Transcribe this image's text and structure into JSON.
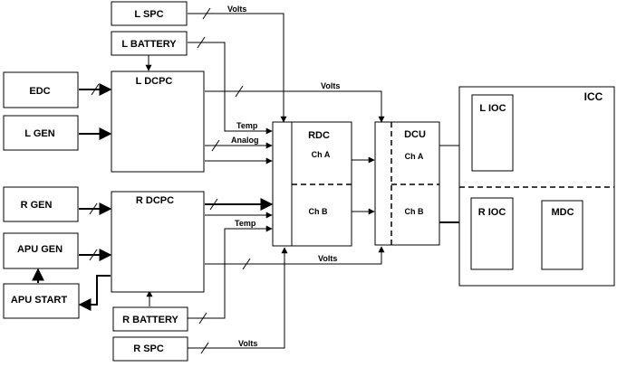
{
  "blocks": {
    "l_spc": "L SPC",
    "l_battery": "L BATTERY",
    "edc": "EDC",
    "l_gen": "L GEN",
    "l_dcpc": "L DCPC",
    "r_gen": "R GEN",
    "apu_gen": "APU GEN",
    "apu_start": "APU START",
    "r_dcpc": "R DCPC",
    "r_battery": "R BATTERY",
    "r_spc": "R SPC",
    "rdc": "RDC",
    "rdc_ch_a": "Ch A",
    "rdc_ch_b": "Ch B",
    "dcu": "DCU",
    "dcu_ch_a": "Ch A",
    "dcu_ch_b": "Ch B",
    "icc": "ICC",
    "l_ioc": "L IOC",
    "r_ioc": "R IOC",
    "mdc": "MDC"
  },
  "signals": {
    "volts_l_spc": "Volts",
    "volts_l_dcpc": "Volts",
    "temp_l": "Temp",
    "analog_l": "Analog",
    "temp_r": "Temp",
    "volts_r_dcpc": "Volts",
    "volts_r_spc": "Volts"
  }
}
